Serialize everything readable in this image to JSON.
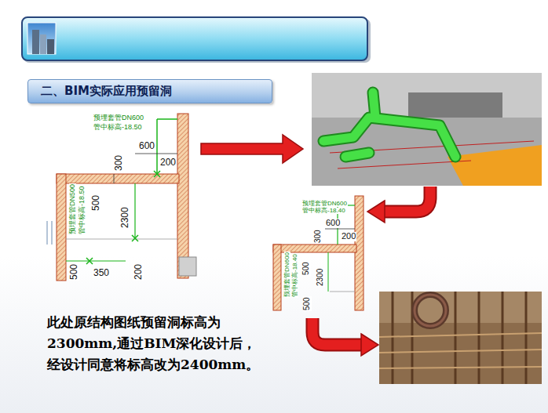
{
  "diagram": {
    "title": "二、BIM实际应用预留洞",
    "caption": "此处原结构图纸预留洞标高为 2300mm,通过BIM深化设计后， 经设计同意将标高改为2400mm。",
    "labels": [
      "预埋套管DN600",
      "管中标高-18.50",
      "600",
      "300",
      "200",
      "预埋套管DN500",
      "管中标高-18.50",
      "500",
      "2300",
      "500",
      "350",
      "200",
      "预埋套管DN600",
      "管中标高-18.40",
      "600",
      "300",
      "200",
      "预埋套管DN600",
      "管中标高-18.40",
      "500",
      "2300",
      "500"
    ]
  }
}
